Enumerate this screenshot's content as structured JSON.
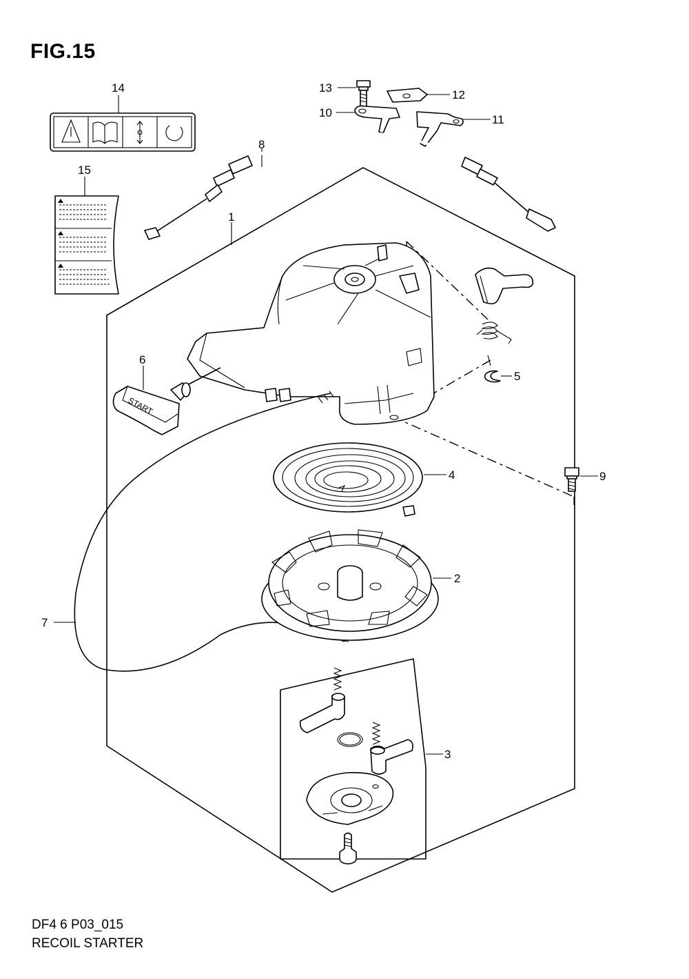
{
  "figure": {
    "title": "FIG.15",
    "model_code": "DF4 6 P03_015",
    "caption": "RECOIL STARTER"
  },
  "callouts": {
    "c1": "1",
    "c2": "2",
    "c3": "3",
    "c4": "4",
    "c5": "5",
    "c6": "6",
    "c7": "7",
    "c8": "8",
    "c9": "9",
    "c10": "10",
    "c11": "11",
    "c12": "12",
    "c13": "13",
    "c14": "14",
    "c15": "15"
  },
  "handle_text": "START"
}
